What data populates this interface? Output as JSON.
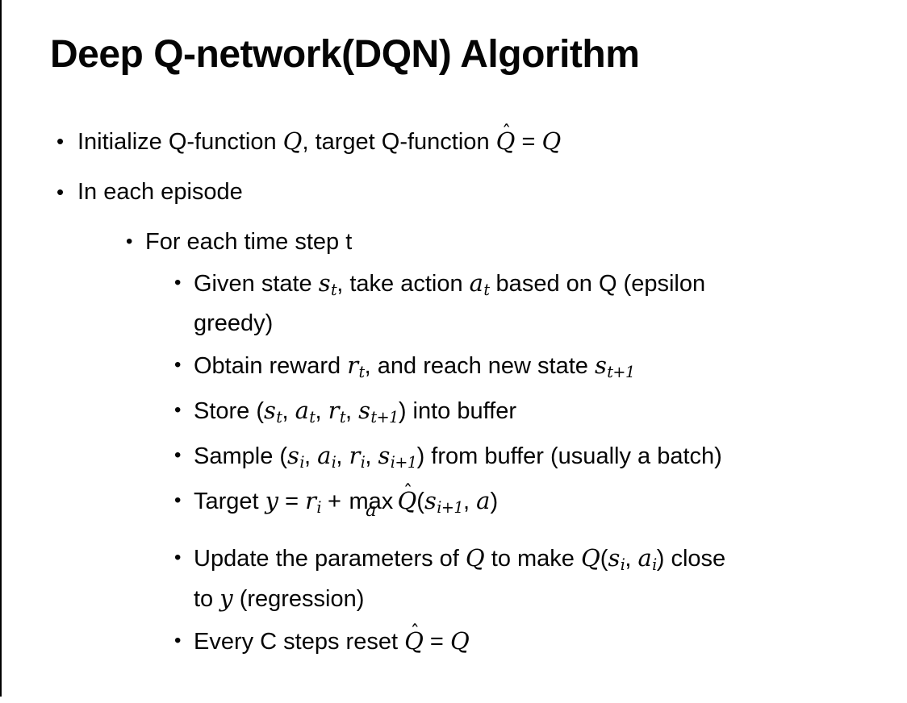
{
  "slide": {
    "title": "Deep Q-network(DQN) Algorithm",
    "background_color": "#ffffff",
    "text_color": "#050505",
    "left_border_color": "#000000",
    "bullet_glyph": "•",
    "bullets": [
      {
        "level": 1,
        "runs": [
          {
            "k": "t",
            "v": "Initialize Q-function "
          },
          {
            "k": "m",
            "v": "Q"
          },
          {
            "k": "t",
            "v": ", target Q-function "
          },
          {
            "k": "h",
            "v": "Q"
          },
          {
            "k": "t",
            "v": " = "
          },
          {
            "k": "m",
            "v": "Q"
          }
        ]
      },
      {
        "level": 1,
        "runs": [
          {
            "k": "t",
            "v": "In each episode"
          }
        ]
      },
      {
        "level": 2,
        "runs": [
          {
            "k": "t",
            "v": "For each time step t"
          }
        ]
      },
      {
        "level": 3,
        "runs": [
          {
            "k": "t",
            "v": "Given state "
          },
          {
            "k": "ms",
            "v": "s",
            "s": "t"
          },
          {
            "k": "t",
            "v": ", take action "
          },
          {
            "k": "ms",
            "v": "a",
            "s": "t"
          },
          {
            "k": "t",
            "v": " based on Q (epsilon"
          },
          {
            "k": "br"
          },
          {
            "k": "t",
            "v": "greedy)"
          }
        ]
      },
      {
        "level": 3,
        "runs": [
          {
            "k": "t",
            "v": "Obtain reward "
          },
          {
            "k": "ms",
            "v": "r",
            "s": "t"
          },
          {
            "k": "t",
            "v": ", and reach new state "
          },
          {
            "k": "ms",
            "v": "s",
            "s": "t+1"
          }
        ]
      },
      {
        "level": 3,
        "runs": [
          {
            "k": "t",
            "v": "Store ("
          },
          {
            "k": "ms",
            "v": "s",
            "s": "t"
          },
          {
            "k": "t",
            "v": ", "
          },
          {
            "k": "ms",
            "v": "a",
            "s": "t"
          },
          {
            "k": "t",
            "v": ", "
          },
          {
            "k": "ms",
            "v": "r",
            "s": "t"
          },
          {
            "k": "t",
            "v": ", "
          },
          {
            "k": "ms",
            "v": "s",
            "s": "t+1"
          },
          {
            "k": "t",
            "v": ") into buffer"
          }
        ]
      },
      {
        "level": 3,
        "runs": [
          {
            "k": "t",
            "v": "Sample ("
          },
          {
            "k": "ms",
            "v": "s",
            "s": "i"
          },
          {
            "k": "t",
            "v": ", "
          },
          {
            "k": "ms",
            "v": "a",
            "s": "i"
          },
          {
            "k": "t",
            "v": ", "
          },
          {
            "k": "ms",
            "v": "r",
            "s": "i"
          },
          {
            "k": "t",
            "v": ", "
          },
          {
            "k": "ms",
            "v": "s",
            "s": "i+1"
          },
          {
            "k": "t",
            "v": ") from buffer (usually a batch)"
          }
        ]
      },
      {
        "level": 3,
        "runs": [
          {
            "k": "t",
            "v": "Target "
          },
          {
            "k": "m",
            "v": "y"
          },
          {
            "k": "t",
            "v": " = "
          },
          {
            "k": "ms",
            "v": "r",
            "s": "i"
          },
          {
            "k": "t",
            "v": " + "
          },
          {
            "k": "u",
            "v": "max",
            "s": "a"
          },
          {
            "k": "h",
            "v": "Q"
          },
          {
            "k": "t",
            "v": "("
          },
          {
            "k": "ms",
            "v": "s",
            "s": "i+1"
          },
          {
            "k": "t",
            "v": ", "
          },
          {
            "k": "m",
            "v": "a"
          },
          {
            "k": "t",
            "v": ")"
          }
        ]
      },
      {
        "level": 3,
        "runs": [
          {
            "k": "t",
            "v": "Update the parameters of "
          },
          {
            "k": "m",
            "v": "Q"
          },
          {
            "k": "t",
            "v": " to make "
          },
          {
            "k": "m",
            "v": "Q"
          },
          {
            "k": "t",
            "v": "("
          },
          {
            "k": "ms",
            "v": "s",
            "s": "i"
          },
          {
            "k": "t",
            "v": ", "
          },
          {
            "k": "ms",
            "v": "a",
            "s": "i"
          },
          {
            "k": "t",
            "v": ") close"
          },
          {
            "k": "br"
          },
          {
            "k": "t",
            "v": "to "
          },
          {
            "k": "m",
            "v": "y"
          },
          {
            "k": "t",
            "v": " (regression)"
          }
        ]
      },
      {
        "level": 3,
        "runs": [
          {
            "k": "t",
            "v": "Every C steps reset "
          },
          {
            "k": "h",
            "v": "Q"
          },
          {
            "k": "t",
            "v": " = "
          },
          {
            "k": "m",
            "v": "Q"
          }
        ]
      }
    ]
  }
}
